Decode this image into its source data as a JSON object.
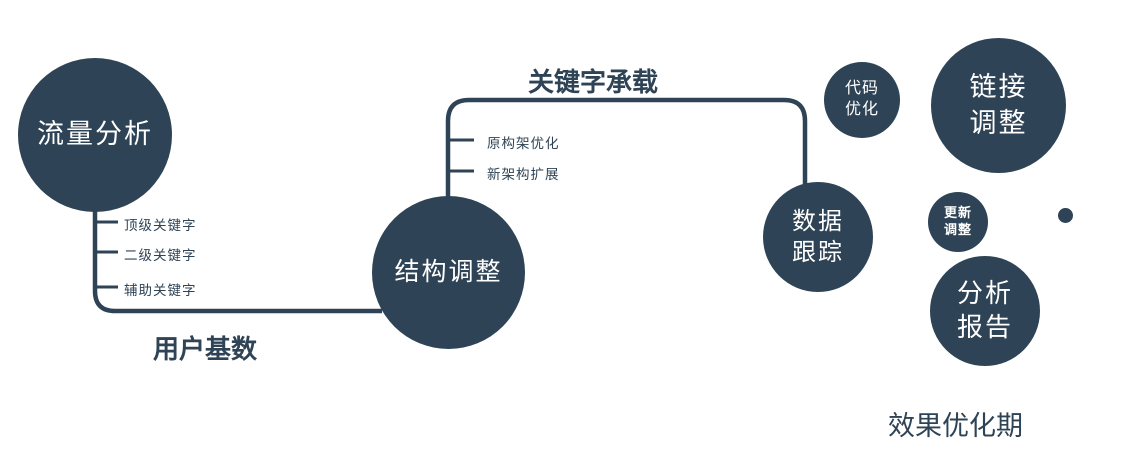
{
  "diagram": {
    "nodes": {
      "traffic_analysis": {
        "label": "流量分析"
      },
      "structure_adjustment": {
        "label": "结构调整"
      },
      "data_tracking": {
        "line1": "数据",
        "line2": "跟踪"
      },
      "code_optimization": {
        "line1": "代码",
        "line2": "优化"
      },
      "link_adjustment": {
        "line1": "链接",
        "line2": "调整"
      },
      "update_adjustment": {
        "line1": "更新",
        "line2": "调整"
      },
      "analysis_report": {
        "line1": "分析",
        "line2": "报告"
      }
    },
    "branches": {
      "traffic": [
        "顶级关键字",
        "二级关键字",
        "辅助关键字"
      ],
      "structure": [
        "原构架优化",
        "新架构扩展"
      ]
    },
    "edges": {
      "user_base": "用户基数",
      "keyword_carrying": "关键字承载"
    },
    "footer": {
      "label": "效果优化期"
    },
    "colors": {
      "node_fill": "#2e4355",
      "line": "#2e4355",
      "text_on_node": "#ffffff",
      "background": "#ffffff"
    }
  }
}
